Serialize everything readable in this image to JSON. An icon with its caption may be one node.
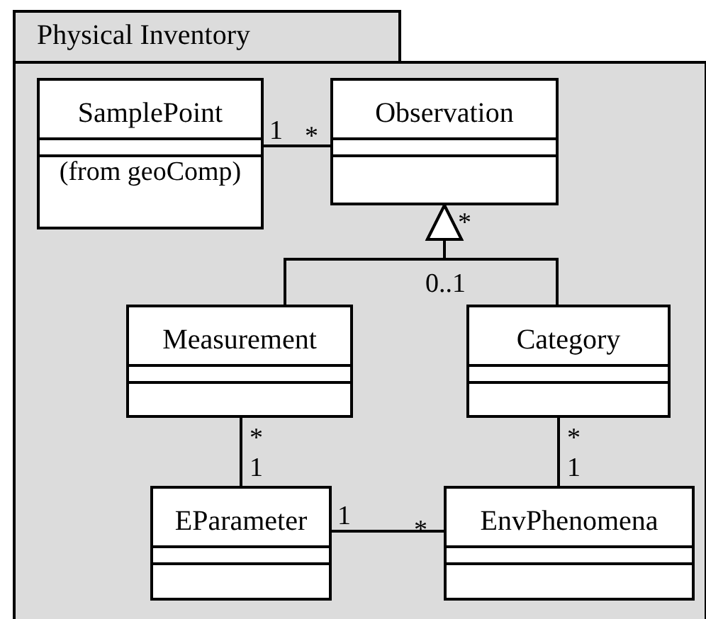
{
  "diagram": {
    "nodes": [
      {
        "text": [
          "Physical Inventory"
        ]
      },
      {
        "text": [
          "SamplePoint",
          "(from geoComp)"
        ],
        "in": 0
      },
      {
        "text": [
          "Observation"
        ],
        "in": 0
      },
      {
        "text": [
          "Measurement"
        ],
        "in": 0
      },
      {
        "text": [
          "Category"
        ],
        "in": 0
      },
      {
        "text": [
          "EParameter"
        ],
        "in": 0
      },
      {
        "text": [
          "EnvPhenomena"
        ],
        "in": 0
      }
    ],
    "edges": [
      {
        "from": 1,
        "to": 2,
        "arrow": "none"
      },
      {
        "from": 3,
        "to": 2,
        "arrow": "to"
      },
      {
        "from": 4,
        "to": 2,
        "arrow": "to"
      },
      {
        "from": 3,
        "to": 5,
        "arrow": "none"
      },
      {
        "from": 4,
        "to": 6,
        "arrow": "none"
      },
      {
        "from": 5,
        "to": 6,
        "arrow": "none"
      }
    ],
    "labels": [
      "1",
      "*",
      "*",
      "0..1",
      "*",
      "1",
      "*",
      "1",
      "1",
      "*"
    ]
  }
}
